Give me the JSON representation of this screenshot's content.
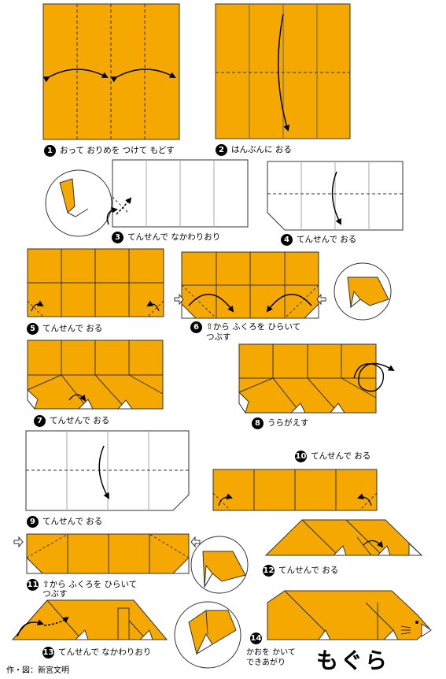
{
  "colors": {
    "paper": "#F5A800",
    "outline": "#333333",
    "white": "#FFFFFF"
  },
  "steps": [
    {
      "num": "1",
      "text": "おって おりめを つけて もどす"
    },
    {
      "num": "2",
      "text": "はんぶんに おる"
    },
    {
      "num": "3",
      "text": "てんせんで なかわりおり"
    },
    {
      "num": "4",
      "text": "てんせんで おる"
    },
    {
      "num": "5",
      "text": "てんせんで おる"
    },
    {
      "num": "6",
      "text": "⇧から ふくろを ひらいて",
      "text2": "つぶす"
    },
    {
      "num": "7",
      "text": "てんせんで おる"
    },
    {
      "num": "8",
      "text": "うらがえす"
    },
    {
      "num": "9",
      "text": "てんせんで おる"
    },
    {
      "num": "10",
      "text": "てんせんで おる"
    },
    {
      "num": "11",
      "text": "⇧から ふくろを ひらいて",
      "text2": "つぶす"
    },
    {
      "num": "12",
      "text": "てんせんで おる"
    },
    {
      "num": "13",
      "text": "てんせんで なかわりおり"
    },
    {
      "num": "14",
      "text": "かおを かいて",
      "text2": "できあがり"
    }
  ],
  "title": "もぐら",
  "credit": "作・図：新宮文明"
}
